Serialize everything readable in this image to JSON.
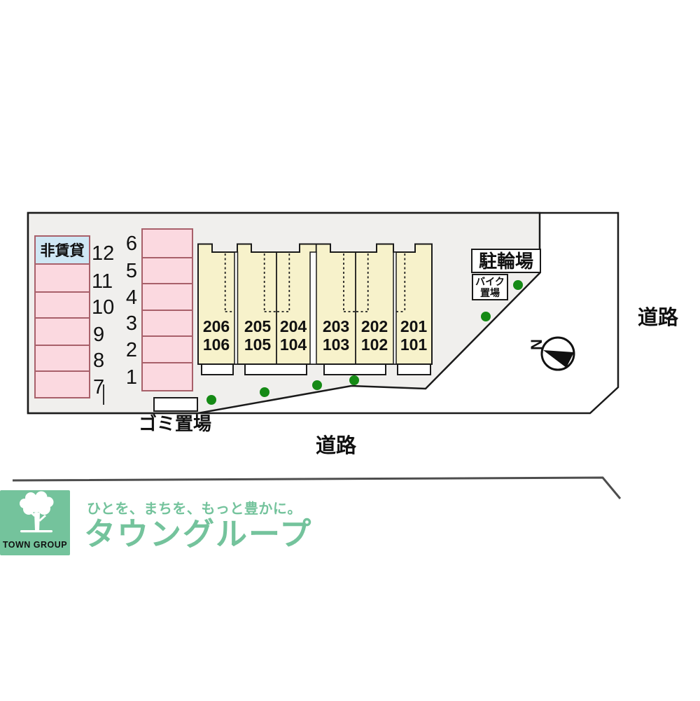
{
  "colors": {
    "site_fill": "#f0efed",
    "boundary": "#1a1a1a",
    "parking_fill": "#fbd9e0",
    "parking_border": "#a8606a",
    "non_rental_fill": "#cfe7f4",
    "building_fill": "#f7f2cb",
    "tree_dot_green": "#158a15",
    "brand_green": "#74c39c",
    "road_line": "#4d4d4d"
  },
  "plan": {
    "non_rental_label": "非賃貸",
    "parking_left_numbers": [
      "12",
      "11",
      "10",
      "9",
      "8",
      "7"
    ],
    "parking_middle_numbers": [
      "6",
      "5",
      "4",
      "3",
      "2",
      "1"
    ],
    "units": [
      {
        "upper": "206",
        "lower": "106"
      },
      {
        "upper": "205",
        "lower": "105"
      },
      {
        "upper": "204",
        "lower": "104"
      },
      {
        "upper": "203",
        "lower": "103"
      },
      {
        "upper": "202",
        "lower": "102"
      },
      {
        "upper": "201",
        "lower": "101"
      }
    ],
    "bicycle_parking_label": "駐輪場",
    "bike_storage_label_line1": "バイク",
    "bike_storage_label_line2": "置場",
    "garbage_area_label": "ゴミ置場",
    "road_label_right": "道路",
    "road_label_bottom": "道路",
    "compass_north": "N"
  },
  "footer": {
    "logo_square_text": "TOWN GROUP",
    "tagline": "ひとを、まちを、もっと豊かに。",
    "brand_name": "タウングループ"
  }
}
